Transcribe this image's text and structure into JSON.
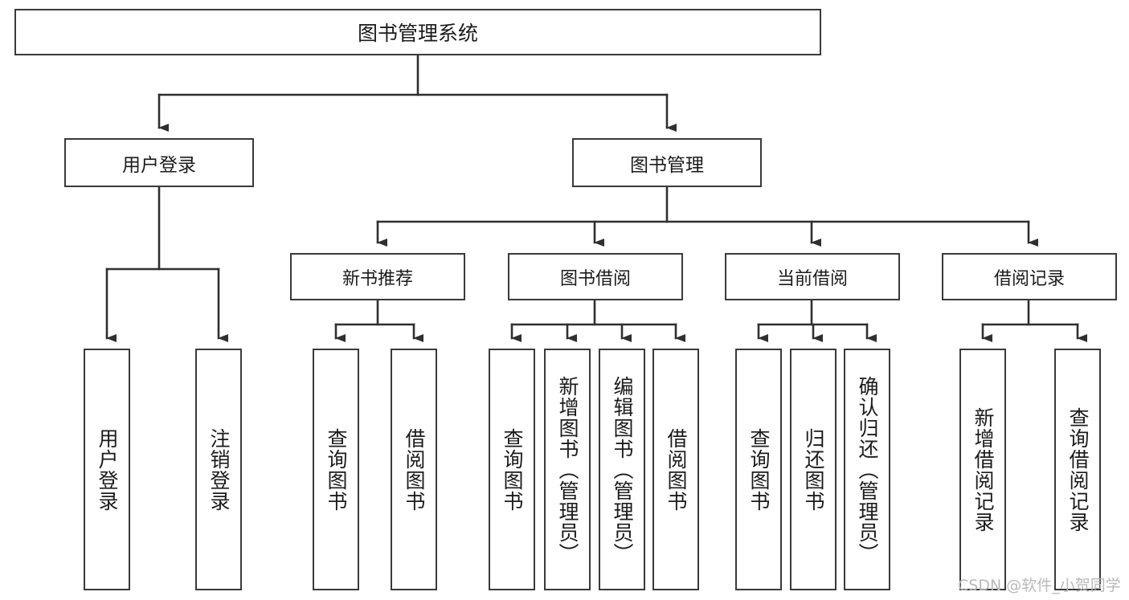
{
  "diagram": {
    "title": "图书管理系统",
    "root": {
      "label": "图书管理系统"
    },
    "level1": [
      {
        "label": "用户登录"
      },
      {
        "label": "图书管理"
      }
    ],
    "level2": [
      {
        "label": "新书推荐"
      },
      {
        "label": "图书借阅"
      },
      {
        "label": "当前借阅"
      },
      {
        "label": "借阅记录"
      }
    ],
    "leaves": {
      "user_login": [
        {
          "label": "用户登录"
        },
        {
          "label": "注销登录"
        }
      ],
      "new_book_recommend": [
        {
          "label": "查询图书"
        },
        {
          "label": "借阅图书"
        }
      ],
      "book_borrow": [
        {
          "label": "查询图书"
        },
        {
          "label": "新增图书（管理员）"
        },
        {
          "label": "编辑图书（管理员）"
        },
        {
          "label": "借阅图书"
        }
      ],
      "current_borrow": [
        {
          "label": "查询图书"
        },
        {
          "label": "归还图书"
        },
        {
          "label": "确认归还（管理员）"
        }
      ],
      "borrow_record": [
        {
          "label": "新增借阅记录"
        },
        {
          "label": "查询借阅记录"
        }
      ]
    }
  },
  "watermark": {
    "text": "CSDN @软件_小贺同学"
  },
  "colors": {
    "border": "#3a3a3a",
    "text": "#1b1b1b",
    "background": "#ffffff",
    "watermark": "#b9b9b9"
  }
}
